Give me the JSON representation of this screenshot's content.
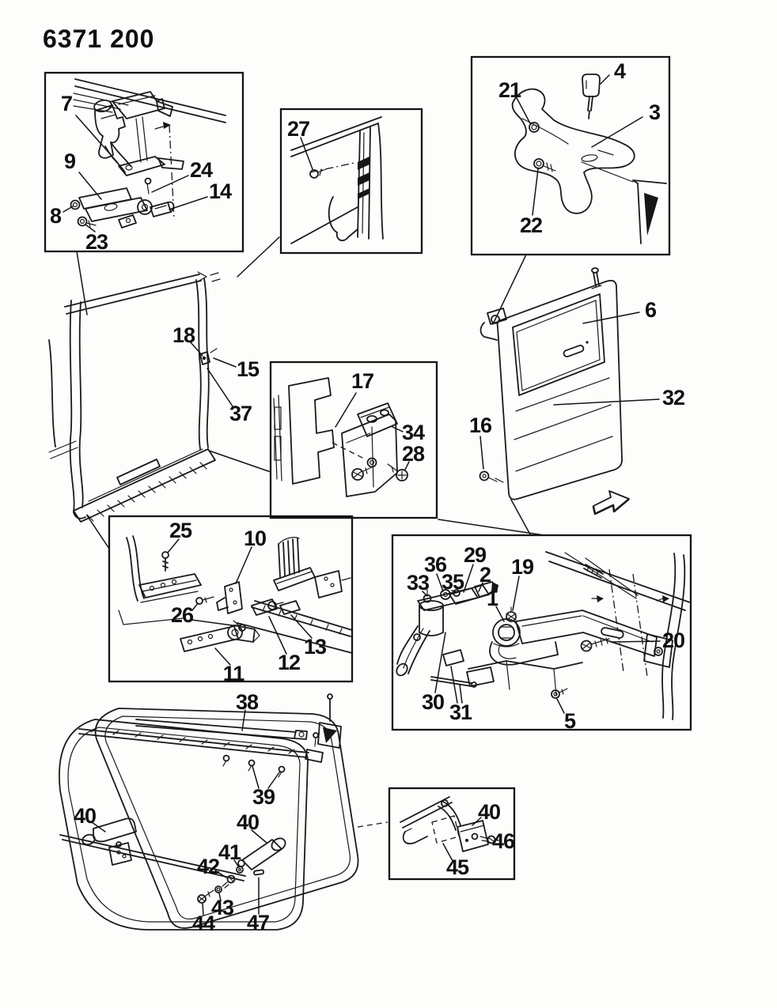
{
  "title": "6371 200",
  "figures": {
    "track_hold_open": {
      "callouts": [
        "7",
        "9",
        "8",
        "23",
        "24",
        "14"
      ]
    },
    "pillar_trim": {
      "callouts": [
        "27"
      ]
    },
    "upper_hinge": {
      "callouts": [
        "21",
        "4",
        "3",
        "22"
      ]
    },
    "body_aperture": {
      "callouts": [
        "18",
        "15",
        "37"
      ]
    },
    "striker_bracket": {
      "callouts": [
        "17",
        "34",
        "28"
      ]
    },
    "sliding_door": {
      "callouts": [
        "6",
        "32",
        "16"
      ]
    },
    "lower_track": {
      "callouts": [
        "25",
        "10",
        "26",
        "11",
        "12",
        "13"
      ]
    },
    "hinge_arm": {
      "callouts": [
        "36",
        "33",
        "35",
        "29",
        "2",
        "19",
        "1",
        "20",
        "30",
        "31",
        "5"
      ]
    },
    "glass_frame": {
      "callouts": [
        "38",
        "39",
        "40",
        "40",
        "41",
        "42",
        "43",
        "44",
        "47"
      ]
    },
    "latch_detail": {
      "callouts": [
        "40",
        "46",
        "45"
      ]
    }
  }
}
